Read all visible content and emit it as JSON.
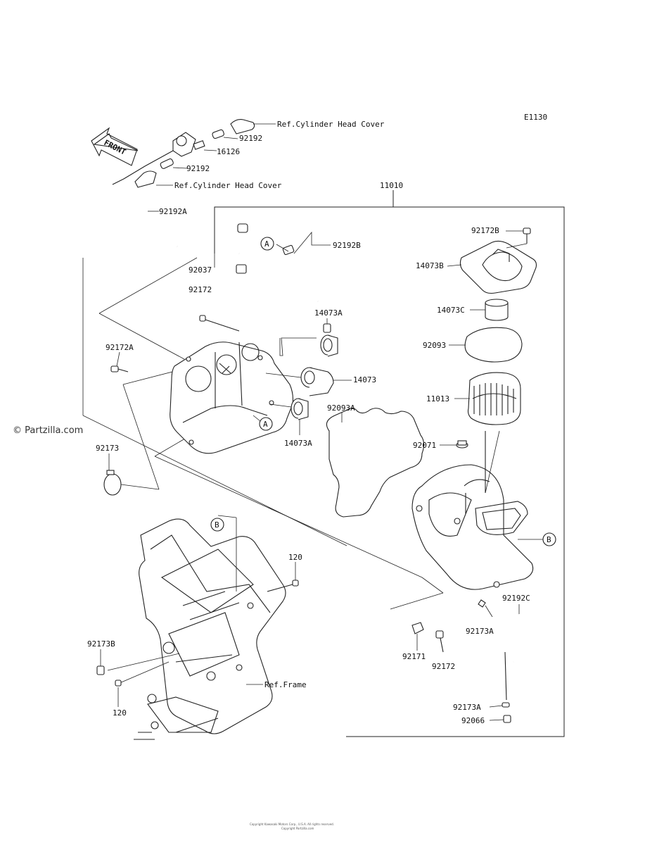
{
  "diagram_code": "E1130",
  "front_label": "FRONT",
  "watermark": "© Partzilla.com",
  "footer_line1": "Copyright Kawasaki Motors Corp., U.S.A. All rights reserved.",
  "footer_line2": "Copyright Partzilla.com",
  "labels": {
    "p92192_top": "92192",
    "p16126": "16126",
    "p92192_mid": "92192",
    "p92192A": "92192A",
    "p11010": "11010",
    "p92172B": "92172B",
    "p92192B": "92192B",
    "p14073B": "14073B",
    "p92037": "92037",
    "p92172_left": "92172",
    "p14073C": "14073C",
    "p14073A_top": "14073A",
    "p92093": "92093",
    "p92172A": "92172A",
    "p14073": "14073",
    "p11013": "11013",
    "p92093A": "92093A",
    "p14073A_bot": "14073A",
    "p92071": "92071",
    "p92173": "92173",
    "p120_top": "120",
    "p92192C": "92192C",
    "p92173A_mid": "92173A",
    "p92173B": "92173B",
    "p92171": "92171",
    "p92172_bot": "92172",
    "p120_bot": "120",
    "p92173A_bot": "92173A",
    "p92066": "92066"
  },
  "refs": {
    "cyl_head_cover_1": "Ref.Cylinder Head Cover",
    "cyl_head_cover_2": "Ref.Cylinder Head Cover",
    "frame": "Ref.Frame"
  },
  "callouts": {
    "A": "A",
    "B": "B"
  }
}
